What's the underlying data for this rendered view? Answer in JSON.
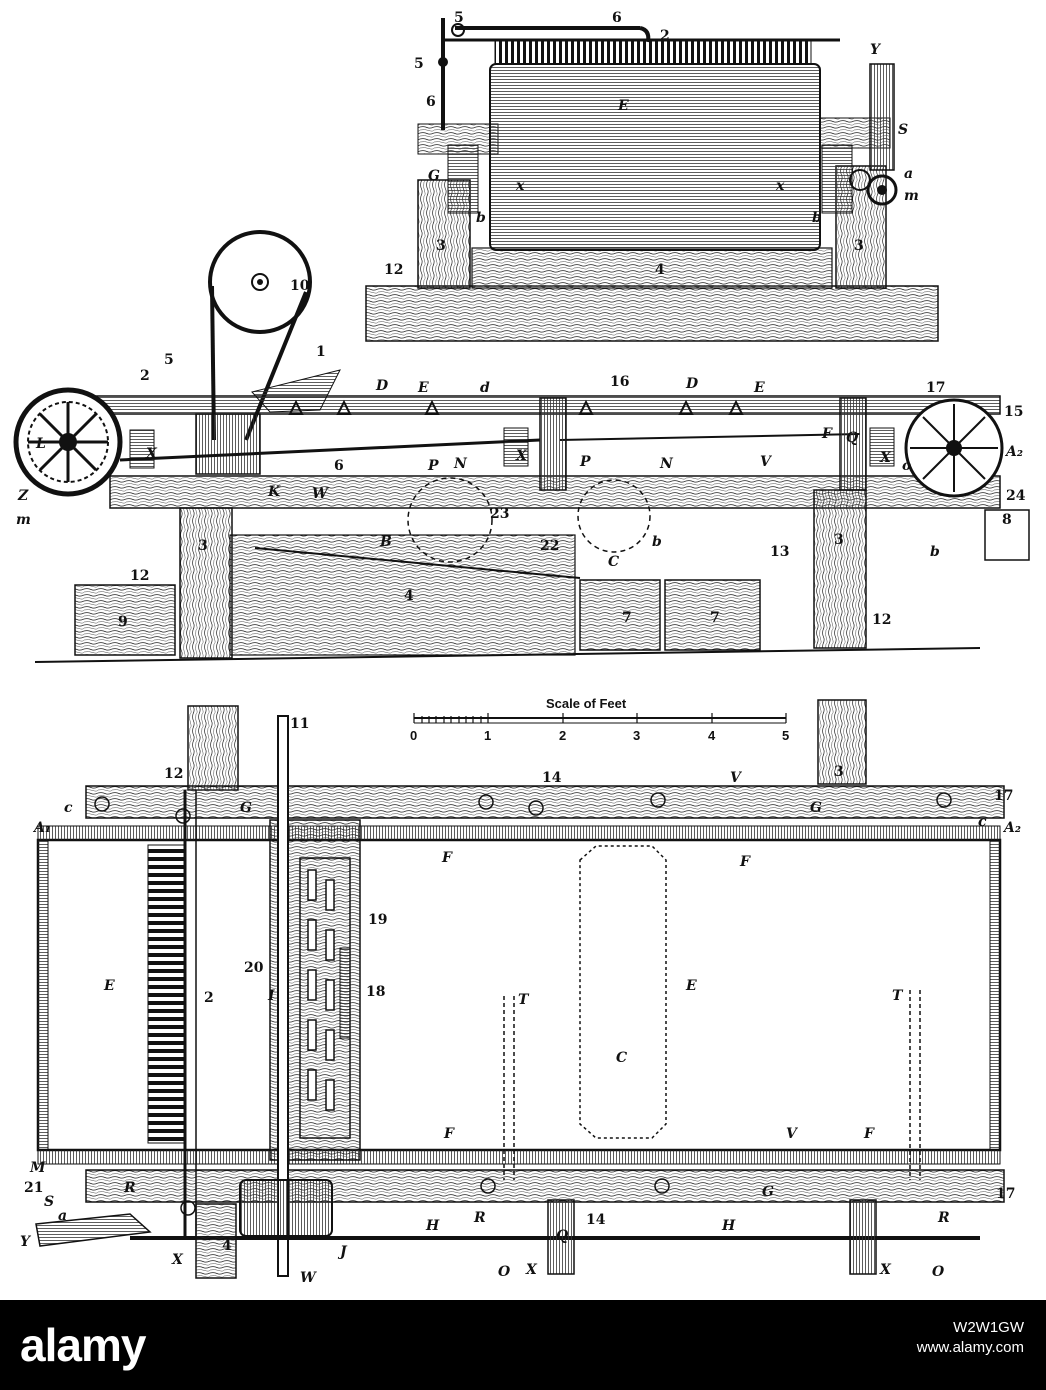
{
  "diagram": {
    "scale": {
      "title": "Scale of Feet",
      "ticks": [
        "0",
        "1",
        "2",
        "3",
        "4",
        "5"
      ]
    },
    "labels": [
      {
        "id": "top-6",
        "text": "6"
      },
      {
        "id": "top-2",
        "text": "2"
      },
      {
        "id": "top-5a",
        "text": "5"
      },
      {
        "id": "top-5b",
        "text": "5"
      },
      {
        "id": "top-6b",
        "text": "6"
      },
      {
        "id": "top-E",
        "text": "E"
      },
      {
        "id": "top-Y",
        "text": "Y"
      },
      {
        "id": "top-S",
        "text": "S"
      },
      {
        "id": "top-G",
        "text": "G"
      },
      {
        "id": "top-a",
        "text": "a"
      },
      {
        "id": "top-m",
        "text": "m"
      },
      {
        "id": "top-bl",
        "text": "b"
      },
      {
        "id": "top-br",
        "text": "b"
      },
      {
        "id": "top-3l",
        "text": "3"
      },
      {
        "id": "top-3r",
        "text": "3"
      },
      {
        "id": "top-12",
        "text": "12"
      },
      {
        "id": "top-4",
        "text": "4"
      },
      {
        "id": "top-xl",
        "text": "x"
      },
      {
        "id": "top-xr",
        "text": "x"
      },
      {
        "id": "mid-10",
        "text": "10"
      },
      {
        "id": "mid-1",
        "text": "1"
      },
      {
        "id": "mid-5",
        "text": "5"
      },
      {
        "id": "mid-2",
        "text": "2"
      },
      {
        "id": "mid-D1",
        "text": "D"
      },
      {
        "id": "mid-E1",
        "text": "E"
      },
      {
        "id": "mid-d",
        "text": "d"
      },
      {
        "id": "mid-16",
        "text": "16"
      },
      {
        "id": "mid-D2",
        "text": "D"
      },
      {
        "id": "mid-E2",
        "text": "E"
      },
      {
        "id": "mid-17",
        "text": "17"
      },
      {
        "id": "mid-15",
        "text": "15"
      },
      {
        "id": "mid-A2",
        "text": "A₂"
      },
      {
        "id": "mid-F",
        "text": "F"
      },
      {
        "id": "mid-Q",
        "text": "Q"
      },
      {
        "id": "mid-V",
        "text": "V"
      },
      {
        "id": "mid-o",
        "text": "o"
      },
      {
        "id": "mid-L",
        "text": "L"
      },
      {
        "id": "mid-6",
        "text": "6"
      },
      {
        "id": "mid-P1",
        "text": "P"
      },
      {
        "id": "mid-N1",
        "text": "N"
      },
      {
        "id": "mid-P2",
        "text": "P"
      },
      {
        "id": "mid-N2",
        "text": "N"
      },
      {
        "id": "mid-K",
        "text": "K"
      },
      {
        "id": "mid-W",
        "text": "W"
      },
      {
        "id": "mid-Z",
        "text": "Z"
      },
      {
        "id": "mid-m",
        "text": "m"
      },
      {
        "id": "mid-23",
        "text": "23"
      },
      {
        "id": "mid-B",
        "text": "B"
      },
      {
        "id": "mid-22",
        "text": "22"
      },
      {
        "id": "mid-C",
        "text": "C"
      },
      {
        "id": "mid-b1",
        "text": "b"
      },
      {
        "id": "mid-b2",
        "text": "b"
      },
      {
        "id": "mid-13",
        "text": "13"
      },
      {
        "id": "mid-3a",
        "text": "3"
      },
      {
        "id": "mid-3b",
        "text": "3"
      },
      {
        "id": "mid-24",
        "text": "24"
      },
      {
        "id": "mid-8",
        "text": "8"
      },
      {
        "id": "mid-12a",
        "text": "12"
      },
      {
        "id": "mid-12b",
        "text": "12"
      },
      {
        "id": "mid-9",
        "text": "9"
      },
      {
        "id": "mid-4",
        "text": "4"
      },
      {
        "id": "mid-7a",
        "text": "7"
      },
      {
        "id": "mid-7b",
        "text": "7"
      },
      {
        "id": "mid-X1",
        "text": "X"
      },
      {
        "id": "mid-X2",
        "text": "X"
      },
      {
        "id": "mid-X3",
        "text": "X"
      },
      {
        "id": "bot-11",
        "text": "11"
      },
      {
        "id": "bot-12",
        "text": "12"
      },
      {
        "id": "bot-14a",
        "text": "14"
      },
      {
        "id": "bot-V1",
        "text": "V"
      },
      {
        "id": "bot-3",
        "text": "3"
      },
      {
        "id": "bot-G1",
        "text": "G"
      },
      {
        "id": "bot-G2",
        "text": "G"
      },
      {
        "id": "bot-17a",
        "text": "17"
      },
      {
        "id": "bot-c1",
        "text": "c"
      },
      {
        "id": "bot-c2",
        "text": "c"
      },
      {
        "id": "bot-A1",
        "text": "A₁"
      },
      {
        "id": "bot-A2",
        "text": "A₂"
      },
      {
        "id": "bot-F1",
        "text": "F"
      },
      {
        "id": "bot-F2",
        "text": "F"
      },
      {
        "id": "bot-19",
        "text": "19"
      },
      {
        "id": "bot-E1",
        "text": "E"
      },
      {
        "id": "bot-2",
        "text": "2"
      },
      {
        "id": "bot-20",
        "text": "20"
      },
      {
        "id": "bot-I",
        "text": "I"
      },
      {
        "id": "bot-18",
        "text": "18"
      },
      {
        "id": "bot-T1",
        "text": "T"
      },
      {
        "id": "bot-E2",
        "text": "E"
      },
      {
        "id": "bot-T2",
        "text": "T"
      },
      {
        "id": "bot-C",
        "text": "C"
      },
      {
        "id": "bot-F3",
        "text": "F"
      },
      {
        "id": "bot-V2",
        "text": "V"
      },
      {
        "id": "bot-F4",
        "text": "F"
      },
      {
        "id": "bot-M",
        "text": "M"
      },
      {
        "id": "bot-21",
        "text": "21"
      },
      {
        "id": "bot-S",
        "text": "S"
      },
      {
        "id": "bot-a",
        "text": "a"
      },
      {
        "id": "bot-Y",
        "text": "Y"
      },
      {
        "id": "bot-G3",
        "text": "G"
      },
      {
        "id": "bot-17b",
        "text": "17"
      },
      {
        "id": "bot-R1",
        "text": "R"
      },
      {
        "id": "bot-R2",
        "text": "R"
      },
      {
        "id": "bot-R3",
        "text": "R"
      },
      {
        "id": "bot-14b",
        "text": "14"
      },
      {
        "id": "bot-H1",
        "text": "H"
      },
      {
        "id": "bot-H2",
        "text": "H"
      },
      {
        "id": "bot-Q",
        "text": "Q"
      },
      {
        "id": "bot-X1",
        "text": "X"
      },
      {
        "id": "bot-X2",
        "text": "X"
      },
      {
        "id": "bot-X3",
        "text": "X"
      },
      {
        "id": "bot-O1",
        "text": "O"
      },
      {
        "id": "bot-O2",
        "text": "O"
      },
      {
        "id": "bot-W",
        "text": "W"
      },
      {
        "id": "bot-J",
        "text": "J"
      },
      {
        "id": "bot-4",
        "text": "4"
      }
    ]
  },
  "footer": {
    "logo": "alamy",
    "stock_id": "W2W1GW",
    "site": "www.alamy.com"
  },
  "colors": {
    "ink": "#111111",
    "paper": "#ffffff",
    "footer": "#000000"
  }
}
